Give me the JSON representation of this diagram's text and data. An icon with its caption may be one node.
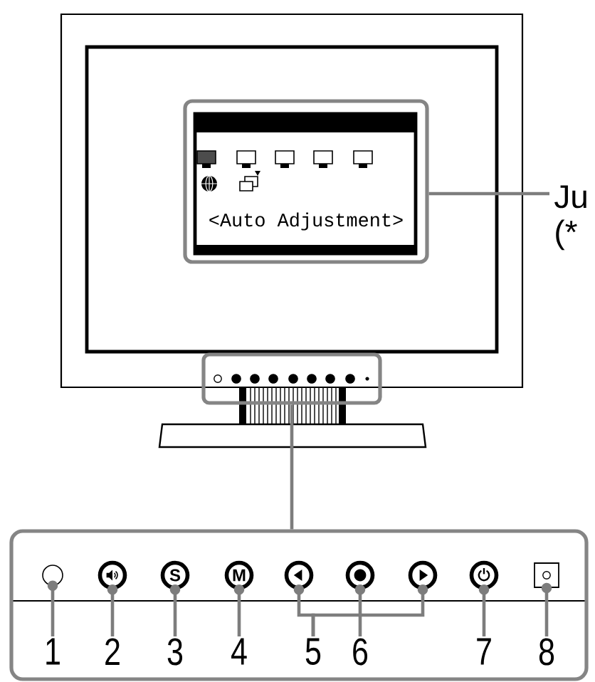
{
  "diagram": {
    "nodes": [
      {
        "text": [
          "<Auto Adjustment>"
        ]
      },
      {
        "text": [
          "Ju",
          "(*"
        ]
      },
      {
        "text": [],
        "shape": "box"
      },
      {
        "text": [],
        "shape": "box"
      },
      {
        "text": [],
        "shape": "circle",
        "in": 3
      },
      {
        "text": [],
        "shape": "circle",
        "in": 3
      },
      {
        "text": [
          "S"
        ],
        "in": 3
      },
      {
        "text": [
          "M"
        ],
        "in": 3
      },
      {
        "text": [],
        "shape": "circle",
        "in": 3
      },
      {
        "text": [],
        "shape": "circle",
        "in": 3
      },
      {
        "text": [],
        "shape": "circle",
        "in": 3
      },
      {
        "text": [],
        "shape": "circle",
        "in": 3
      },
      {
        "text": [],
        "shape": "box",
        "in": 3
      },
      {
        "text": [
          "1"
        ],
        "in": 3
      },
      {
        "text": [
          "2"
        ],
        "in": 3
      },
      {
        "text": [
          "3"
        ],
        "in": 3
      },
      {
        "text": [
          "4"
        ],
        "in": 3
      },
      {
        "text": [
          "5"
        ],
        "in": 3
      },
      {
        "text": [
          "6"
        ],
        "in": 3
      },
      {
        "text": [
          "7"
        ],
        "in": 3
      },
      {
        "text": [
          "8"
        ],
        "in": 3
      }
    ],
    "edges": [
      {
        "from": 0,
        "to": 1,
        "arrow": "none"
      },
      {
        "from": 2,
        "to": 3,
        "arrow": "none"
      },
      {
        "from": 13,
        "to": 4,
        "arrow": "other"
      },
      {
        "from": 14,
        "to": 5,
        "arrow": "other"
      },
      {
        "from": 15,
        "to": 6,
        "arrow": "other"
      },
      {
        "from": 16,
        "to": 7,
        "arrow": "other"
      },
      {
        "from": 17,
        "to": 8,
        "arrow": "other"
      },
      {
        "from": 17,
        "to": 10,
        "arrow": "other"
      },
      {
        "from": 18,
        "to": 9,
        "arrow": "other"
      },
      {
        "from": 19,
        "to": 11,
        "arrow": "other"
      },
      {
        "from": 20,
        "to": 12,
        "arrow": "other"
      }
    ]
  }
}
